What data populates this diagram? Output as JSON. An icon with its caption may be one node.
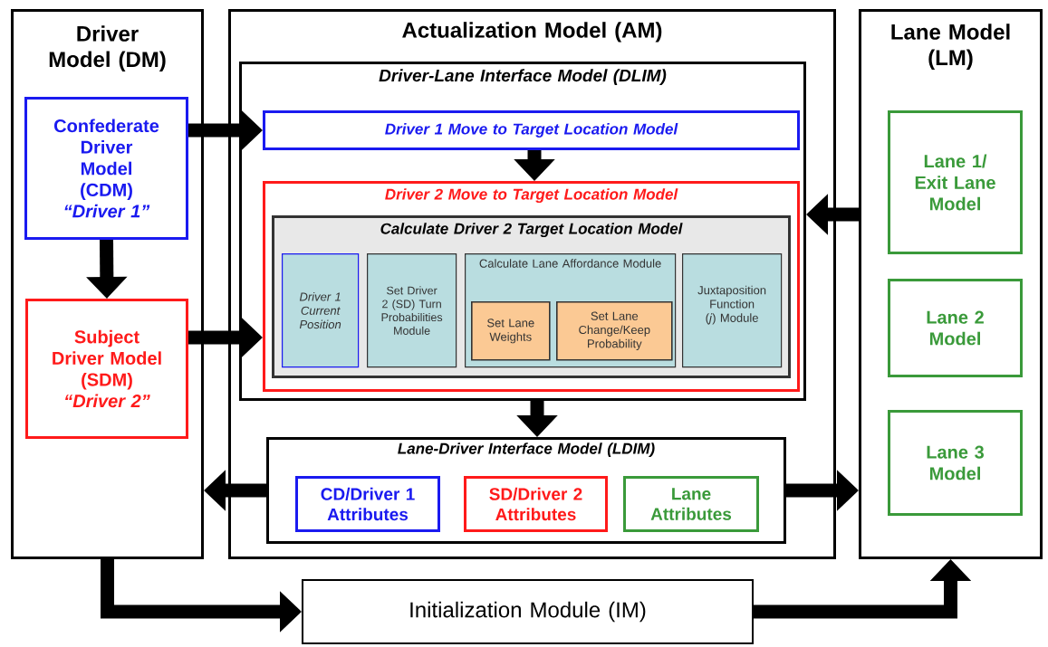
{
  "diagram": {
    "nodes": [
      {
        "text": [
          "Driver Model (DM)"
        ]
      },
      {
        "text": [
          "Confederate Driver Model (CDM)",
          "“Driver 1”"
        ],
        "in": 0
      },
      {
        "text": [
          "Subject Driver Model (SDM)",
          "“Driver 2”"
        ],
        "in": 0
      },
      {
        "text": [
          "Actualization Model (AM)"
        ]
      },
      {
        "text": [
          "Driver-Lane Interface Model (DLIM)"
        ],
        "in": 3
      },
      {
        "text": [
          "Driver 1 Move to Target Location Model"
        ],
        "in": 4
      },
      {
        "text": [
          "Driver 2 Move to Target Location Model"
        ],
        "in": 4
      },
      {
        "text": [
          "Calculate Driver 2 Target Location Model"
        ],
        "in": 6
      },
      {
        "text": [
          "Driver 1 Current Position"
        ],
        "in": 7
      },
      {
        "text": [
          "Set Driver 2 (SD) Turn Probabilities Module"
        ],
        "in": 7
      },
      {
        "text": [
          "Calculate Lane Affordance Module"
        ],
        "in": 7
      },
      {
        "text": [
          "Set Lane Weights"
        ],
        "in": 10
      },
      {
        "text": [
          "Set Lane Change/Keep Probability"
        ],
        "in": 10
      },
      {
        "text": [
          "Juxtaposition Function (*j*) Module"
        ],
        "in": 7
      },
      {
        "text": [
          "Lane-Driver Interface Model (LDIM)"
        ],
        "in": 3
      },
      {
        "text": [
          "CD/Driver 1 Attributes"
        ],
        "in": 14
      },
      {
        "text": [
          "SD/Driver 2 Attributes"
        ],
        "in": 14
      },
      {
        "text": [
          "Lane Attributes"
        ],
        "in": 14
      },
      {
        "text": [
          "Lane Model (LM)"
        ]
      },
      {
        "text": [
          "Lane 1/ Exit Lane Model"
        ],
        "in": 18
      },
      {
        "text": [
          "Lane 2 Model"
        ],
        "in": 18
      },
      {
        "text": [
          "Lane 3 Model"
        ],
        "in": 18
      },
      {
        "text": [
          "Initialization Module (IM)"
        ]
      }
    ],
    "edges": [
      {
        "from": 1,
        "to": 5,
        "arrow": "to"
      },
      {
        "from": 1,
        "to": 2,
        "arrow": "to"
      },
      {
        "from": 2,
        "to": 6,
        "arrow": "to"
      },
      {
        "from": 5,
        "to": 6,
        "arrow": "to"
      },
      {
        "from": 18,
        "to": 4,
        "arrow": "to"
      },
      {
        "from": 4,
        "to": 14,
        "arrow": "to"
      },
      {
        "from": 14,
        "to": 0,
        "arrow": "to"
      },
      {
        "from": 14,
        "to": 18,
        "arrow": "to"
      },
      {
        "from": 0,
        "to": 22,
        "arrow": "to"
      },
      {
        "from": 22,
        "to": 18,
        "arrow": "to"
      }
    ]
  }
}
